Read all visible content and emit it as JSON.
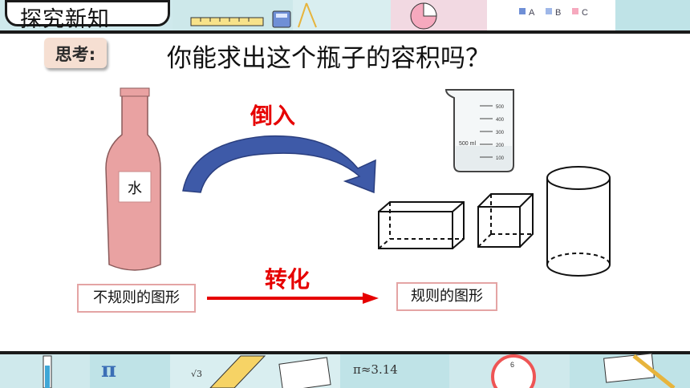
{
  "header": {
    "section_title": "探究新知",
    "legend": [
      "A",
      "B",
      "C"
    ]
  },
  "main": {
    "prompt_badge": "思考:",
    "question": "你能求出这个瓶子的容积吗？",
    "bottle_label": "水",
    "pour_label": "倒入",
    "transform_label": "转化",
    "irregular_label": "不规则的图形",
    "regular_label": "规则的图形",
    "beaker": {
      "capacity_label": "500 ml",
      "scale": [
        "500",
        "400",
        "300",
        "200",
        "100"
      ]
    }
  },
  "footer": {
    "pi_symbol": "π",
    "pi_approx": "π≈3.14",
    "root_text": "√3"
  },
  "colors": {
    "bottle_fill": "#e9a2a2",
    "arrow_fill": "#3e5aa8",
    "highlight_red": "#e60000",
    "band_teal": "#cfe9ec"
  }
}
